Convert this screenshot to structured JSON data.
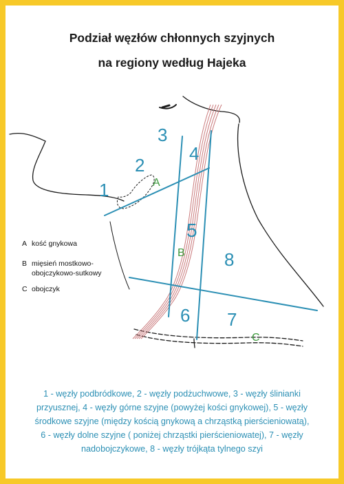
{
  "title": {
    "line1": "Podział węzłów chłonnych szyjnych",
    "line2": "na regiony według Hajeka"
  },
  "colors": {
    "border": "#f7c929",
    "region_lines": "#2b8fb4",
    "landmark_letters": "#3d9a3d",
    "muscle": "#c9787a",
    "outline": "#1a1a1a"
  },
  "regions": [
    "1",
    "2",
    "3",
    "4",
    "5",
    "6",
    "7",
    "8"
  ],
  "landmarks": [
    "A",
    "B",
    "C"
  ],
  "legend": [
    {
      "key": "A",
      "text": "kość gnykowa"
    },
    {
      "key": "B",
      "text": "mięsień mostkowo-"
    },
    {
      "key": "",
      "text": "obojczykowo-sutkowy"
    },
    {
      "key": "C",
      "text": "obojczyk"
    }
  ],
  "caption": [
    "1 - węzły podbródkowe, 2 - węzły podżuchwowe, 3 - węzły ślinianki",
    "przyusznej, 4 - węzły górne szyjne (powyżej kości gnykowej), 5 - węzły",
    "środkowe szyjne (między kością gnykową a chrząstką pierścieniowatą),",
    "6 - węzły dolne szyjne ( poniżej chrząstki pierścieniowatej), 7 - węzły",
    "nadobojczykowe, 8 - węzły trójkąta tylnego szyi"
  ]
}
